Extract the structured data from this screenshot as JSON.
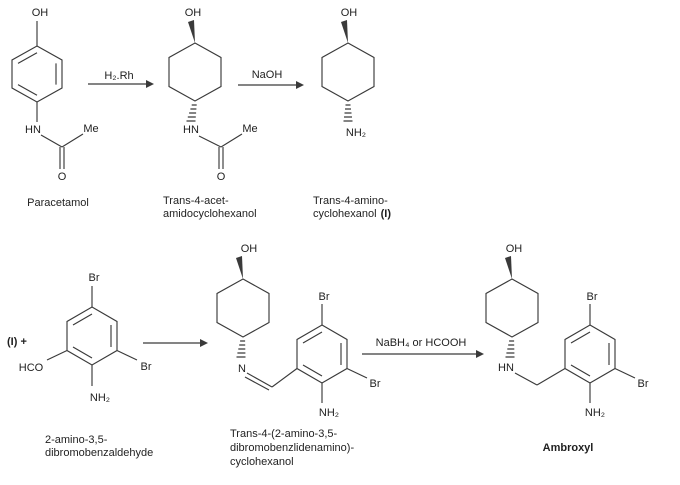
{
  "colors": {
    "ink": "#1f1f1f",
    "line": "#3a3a3a",
    "background": "#ffffff"
  },
  "row1": {
    "paracetamol": {
      "name": "Paracetamol",
      "oh": "OH",
      "hn": "HN",
      "me": "Me",
      "o": "O"
    },
    "arrow1_label": "H₂.Rh",
    "acetamidocyclohexanol": {
      "name_line1": "Trans-4-acet-",
      "name_line2": "amidocyclohexanol",
      "oh": "OH",
      "hn": "HN",
      "me": "Me",
      "o": "O"
    },
    "arrow2_label": "NaOH",
    "aminocyclohexanol": {
      "name_line1": "Trans-4-amino-",
      "name_line2": "cyclohexanol",
      "name_ref": "(I)",
      "oh": "OH",
      "nh2": "NH₂"
    }
  },
  "row2": {
    "reactant_ref": "(I) +",
    "dibromobenzaldehyde": {
      "name_line1": "2-amino-3,5-",
      "name_line2": "dibromobenzaldehyde",
      "br_top": "Br",
      "br_right": "Br",
      "nh2": "NH₂",
      "cho": "HCO"
    },
    "benzylideneamino": {
      "name_line1": "Trans-4-(2-amino-3,5-",
      "name_line2": "dibromobenzlidenamino)-",
      "name_line3": "cyclohexanol",
      "oh": "OH",
      "n": "N",
      "br_top": "Br",
      "br_right": "Br",
      "nh2": "NH₂"
    },
    "arrow4_label": "NaBH₄ or HCOOH",
    "ambroxyl": {
      "name": "Ambroxyl",
      "oh": "OH",
      "hn": "HN",
      "br_top": "Br",
      "br_right": "Br",
      "nh2": "NH₂"
    }
  }
}
